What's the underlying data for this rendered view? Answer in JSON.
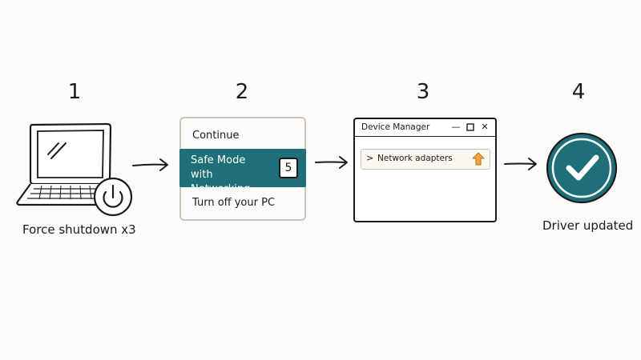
{
  "steps": [
    {
      "number": "1",
      "caption": "Force shutdown x3"
    },
    {
      "number": "2",
      "caption": ""
    },
    {
      "number": "3",
      "caption": ""
    },
    {
      "number": "4",
      "caption": "Driver updated"
    }
  ],
  "boot_menu": {
    "items": [
      "Continue",
      "Safe Mode with Networking",
      "Turn off your PC"
    ],
    "selected_index": 1,
    "countdown": "5"
  },
  "device_manager": {
    "title": "Device Manager",
    "controls": [
      "minimize",
      "maximize",
      "close"
    ],
    "row_label": "Network adapters",
    "row_chevron": ">"
  },
  "icons": {
    "step1": "laptop-icon",
    "step1_badge": "power-icon",
    "step3_badge": "update-arrow-icon",
    "step4": "checkmark-circle-icon"
  },
  "colors": {
    "accent": "#1e6f78",
    "update_arrow": "#f0a53a",
    "ink": "#1a1a1a",
    "background": "#fdfafa"
  }
}
